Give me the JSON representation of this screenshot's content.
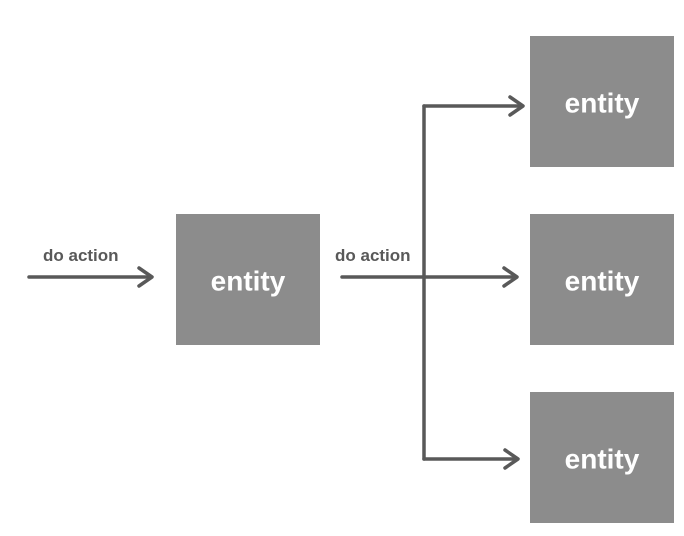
{
  "diagram": {
    "colors": {
      "entity_fill": "#8c8c8c",
      "entity_text": "#ffffff",
      "line": "#595959"
    },
    "input_label": "do action",
    "source_entity_label": "entity",
    "branch_label": "do action",
    "target_entities": [
      {
        "label": "entity"
      },
      {
        "label": "entity"
      },
      {
        "label": "entity"
      }
    ]
  }
}
